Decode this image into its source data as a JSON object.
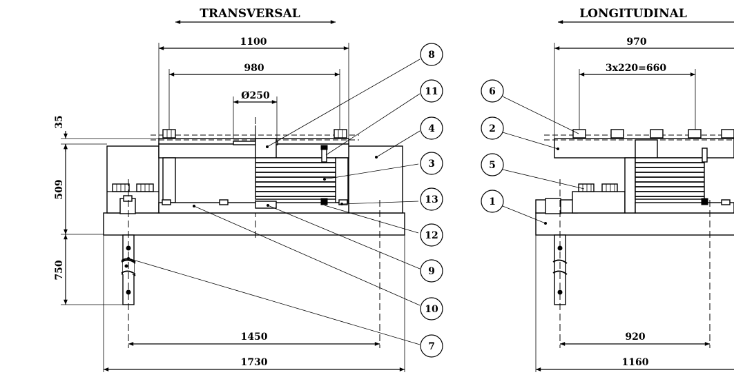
{
  "views": {
    "transversal": {
      "title": "TRANSVERSAL",
      "dims": {
        "d1100": "1100",
        "d980": "980",
        "d250": "Ø250",
        "d1450": "1450",
        "d1730": "1730"
      },
      "vertical_dims": {
        "d35": "35",
        "d509": "509",
        "d750": "750"
      }
    },
    "longitudinal": {
      "title": "LONGITUDINAL",
      "dims": {
        "d970": "970",
        "d660": "3x220=660",
        "d920": "920",
        "d1160": "1160"
      }
    }
  },
  "balloons": {
    "b1": "1",
    "b2": "2",
    "b3": "3",
    "b4": "4",
    "b5": "5",
    "b6": "6",
    "b7": "7",
    "b8": "8",
    "b9": "9",
    "b10": "10",
    "b11": "11",
    "b12": "12",
    "b13": "13"
  }
}
